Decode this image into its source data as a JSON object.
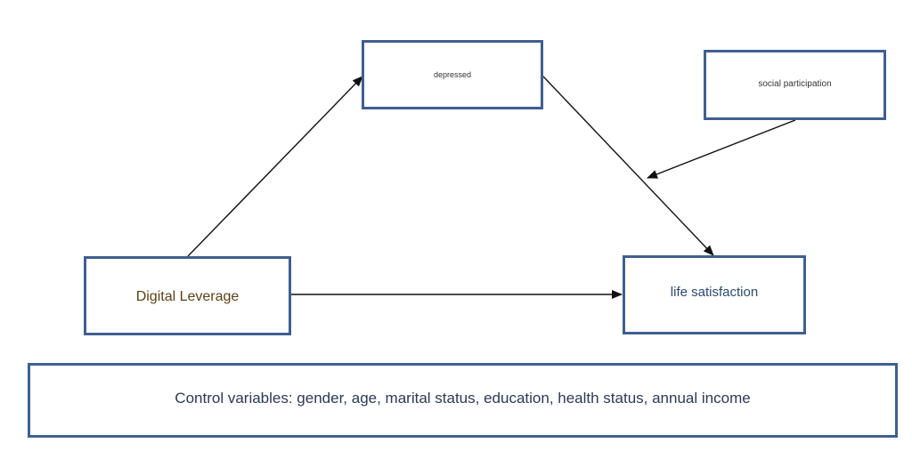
{
  "nodes": {
    "depressed": "depressed",
    "social_participation": "social participation",
    "digital_leverage": "Digital Leverage",
    "life_satisfaction": "life satisfaction",
    "control_variables": "Control variables: gender, age, marital status, education, health status, annual income"
  },
  "edges": [
    {
      "from": "Digital Leverage",
      "to": "depressed"
    },
    {
      "from": "depressed",
      "to": "life satisfaction"
    },
    {
      "from": "Digital Leverage",
      "to": "life satisfaction"
    },
    {
      "from": "social participation",
      "to": "depressed → life satisfaction path"
    }
  ],
  "colors": {
    "box_border": "#3f5f8f",
    "arrow": "#111111",
    "digital_text": "#5a4215",
    "life_text": "#2a4a6e"
  }
}
